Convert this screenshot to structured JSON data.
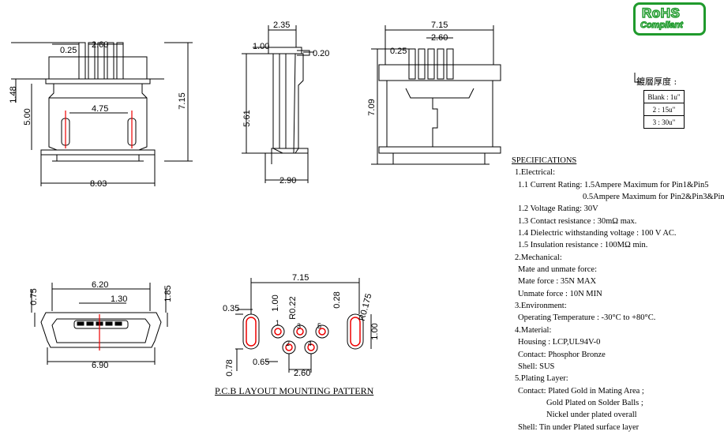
{
  "rohs": {
    "line1": "RoHS",
    "line2": "Compliant"
  },
  "plating_thickness": {
    "label": "鍍層厚度 :",
    "rows": [
      "Blank : 1u\"",
      "2 : 15u\"",
      "3 : 30u\""
    ]
  },
  "specifications": {
    "title": "SPECIFICATIONS",
    "lines": [
      {
        "text": "1.Electrical:",
        "indent": 1
      },
      {
        "text": "1.1 Current Rating: 1.5Ampere Maximum for Pin1&Pin5",
        "indent": 2
      },
      {
        "text": "0.5Ampere Maximum for Pin2&Pin3&Pin4",
        "indent": 3
      },
      {
        "text": "1.2 Voltage Rating: 30V",
        "indent": 2
      },
      {
        "text": "1.3 Contact resistance : 30mΩ max.",
        "indent": 2
      },
      {
        "text": "1.4 Dielectric withstanding voltage : 100 V AC.",
        "indent": 2
      },
      {
        "text": "1.5 Insulation resistance : 100MΩ min.",
        "indent": 2
      },
      {
        "text": "2.Mechanical:",
        "indent": 1
      },
      {
        "text": "Mate and unmate force:",
        "indent": 2
      },
      {
        "text": "Mate force : 35N MAX",
        "indent": 2
      },
      {
        "text": "Unmate force : 10N MIN",
        "indent": 2
      },
      {
        "text": "3.Environment:",
        "indent": 1
      },
      {
        "text": "Operating Temperature : -30°C to +80°C.",
        "indent": 2
      },
      {
        "text": "4.Material:",
        "indent": 1
      },
      {
        "text": "Housing : LCP,UL94V-0",
        "indent": 2
      },
      {
        "text": "Contact: Phosphor Bronze",
        "indent": 2
      },
      {
        "text": "Shell: SUS",
        "indent": 2
      },
      {
        "text": "5.Plating Layer:",
        "indent": 1
      },
      {
        "text": "Contact: Plated Gold in Mating Area ;",
        "indent": 2
      },
      {
        "text": "Gold Plated on Solder Balls ;",
        "indent": 4
      },
      {
        "text": "Nickel under plated overall",
        "indent": 4
      },
      {
        "text": "Shell: Tin under Plated surface layer",
        "indent": 2
      }
    ]
  },
  "pcb_title": "P.C.B LAYOUT MOUNTING PATTERN",
  "dimensions": {
    "front_top_width": "2.60",
    "front_pin_offset": "0.25",
    "front_height_total": "7.15",
    "front_left_148": "1.48",
    "front_left_500": "5.00",
    "front_inner_475": "4.75",
    "front_bottom_803": "8.03",
    "side_top_235": "2.35",
    "side_100": "1.00",
    "side_020": "0.20",
    "side_561": "5.61",
    "side_290": "2.90",
    "back_715": "7.15",
    "back_260": "2.60",
    "back_025": "0.25",
    "back_709": "7.09",
    "plug_620": "6.20",
    "plug_130": "1.30",
    "plug_075": "0.75",
    "plug_185": "1.85",
    "plug_690": "6.90",
    "pcb_715": "7.15",
    "pcb_035": "0.35",
    "pcb_100a": "1.00",
    "pcb_r022": "R0.22",
    "pcb_028": "0.28",
    "pcb_r0175": "R0.175",
    "pcb_100b": "1.00",
    "pcb_078": "0.78",
    "pcb_065": "0.65",
    "pcb_260": "2.60",
    "pad_labels": [
      "1",
      "2",
      "3",
      "4",
      "5"
    ]
  }
}
